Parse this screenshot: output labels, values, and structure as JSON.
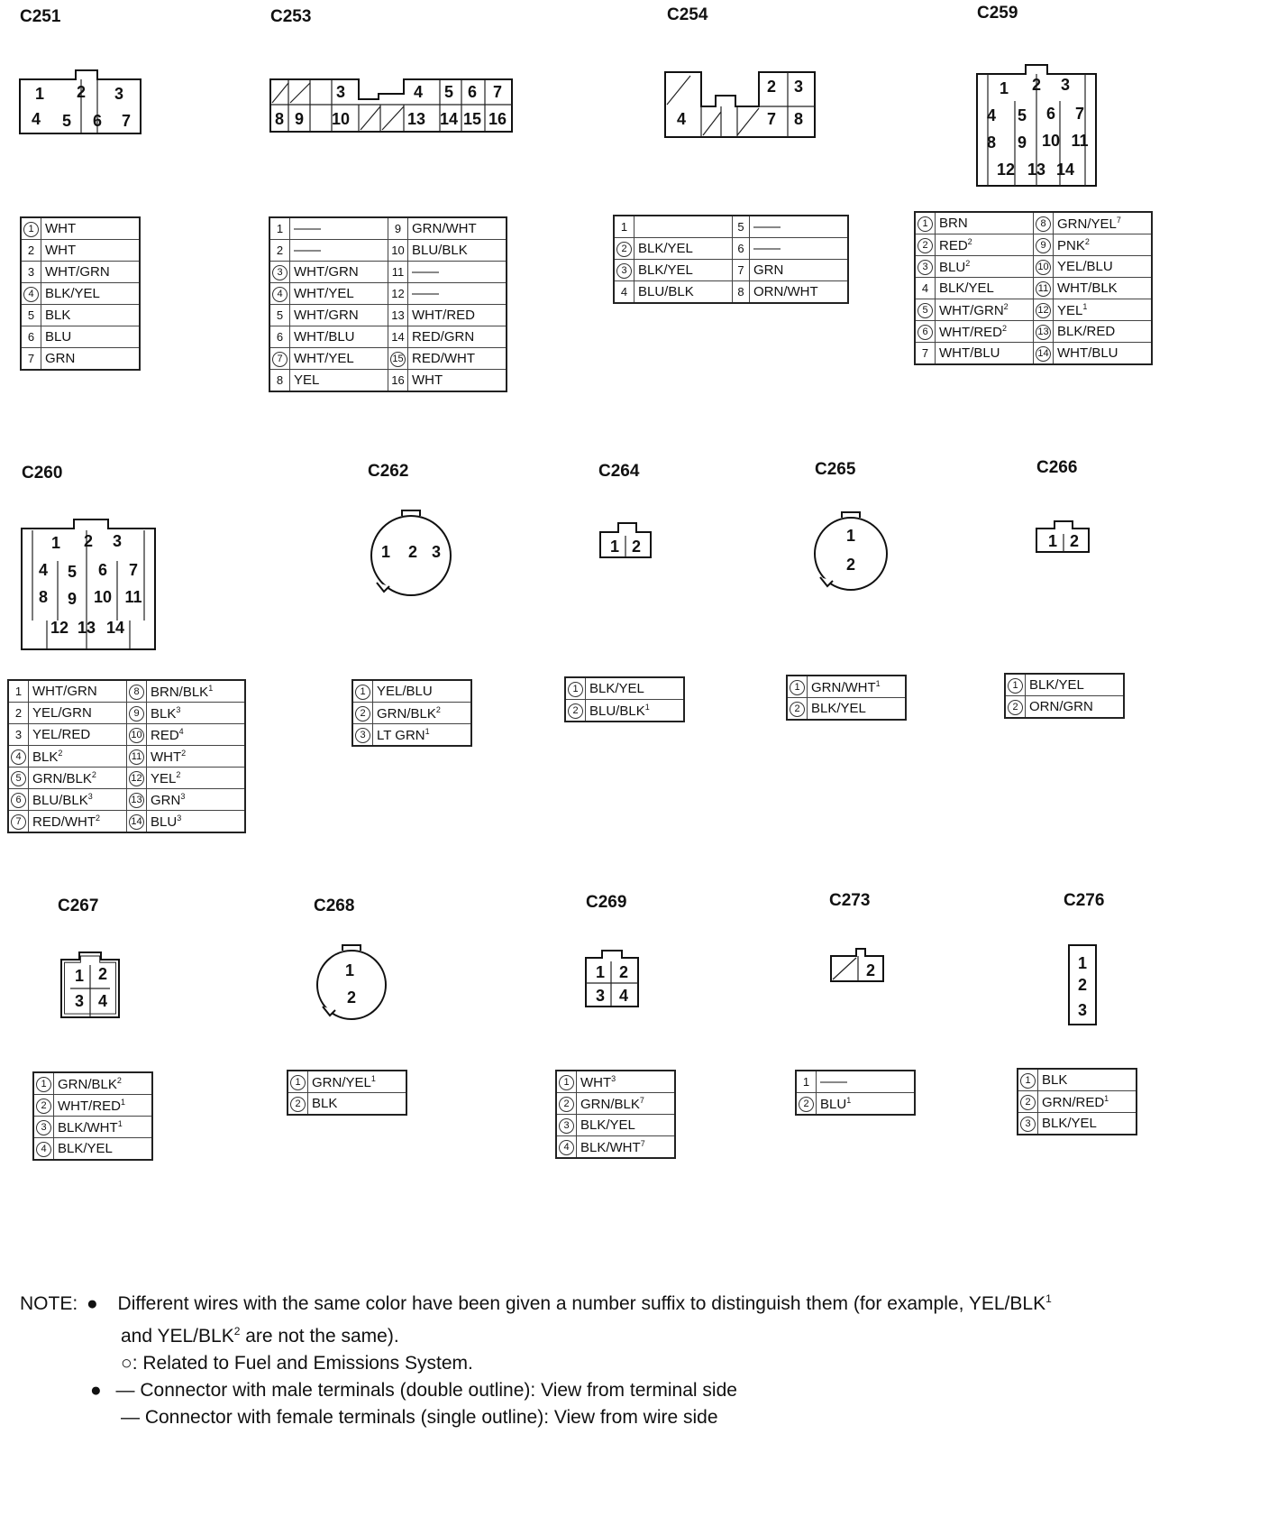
{
  "connectors": [
    {
      "id": "C251",
      "pins": [
        {
          "n": "1",
          "fe": true,
          "c": "WHT"
        },
        {
          "n": "2",
          "c": "WHT"
        },
        {
          "n": "3",
          "c": "WHT/GRN"
        },
        {
          "n": "4",
          "fe": true,
          "c": "BLK/YEL"
        },
        {
          "n": "5",
          "c": "BLK"
        },
        {
          "n": "6",
          "c": "BLU"
        },
        {
          "n": "7",
          "c": "GRN"
        }
      ]
    },
    {
      "id": "C253",
      "pins": [
        {
          "n": "1",
          "c": "——"
        },
        {
          "n": "2",
          "c": "——"
        },
        {
          "n": "3",
          "fe": true,
          "c": "WHT/GRN"
        },
        {
          "n": "4",
          "fe": true,
          "c": "WHT/YEL"
        },
        {
          "n": "5",
          "c": "WHT/GRN"
        },
        {
          "n": "6",
          "c": "WHT/BLU"
        },
        {
          "n": "7",
          "fe": true,
          "c": "WHT/YEL"
        },
        {
          "n": "8",
          "c": "YEL"
        },
        {
          "n": "9",
          "c": "GRN/WHT"
        },
        {
          "n": "10",
          "c": "BLU/BLK"
        },
        {
          "n": "11",
          "c": "——"
        },
        {
          "n": "12",
          "c": "——"
        },
        {
          "n": "13",
          "c": "WHT/RED"
        },
        {
          "n": "14",
          "c": "RED/GRN"
        },
        {
          "n": "15",
          "fe": true,
          "c": "RED/WHT"
        },
        {
          "n": "16",
          "c": "WHT"
        }
      ]
    },
    {
      "id": "C254",
      "pins": [
        {
          "n": "1",
          "c": ""
        },
        {
          "n": "2",
          "fe": true,
          "c": "BLK/YEL"
        },
        {
          "n": "3",
          "fe": true,
          "c": "BLK/YEL"
        },
        {
          "n": "4",
          "c": "BLU/BLK"
        },
        {
          "n": "5",
          "c": "——"
        },
        {
          "n": "6",
          "c": "——"
        },
        {
          "n": "7",
          "c": "GRN"
        },
        {
          "n": "8",
          "c": "ORN/WHT"
        }
      ]
    },
    {
      "id": "C259",
      "pins": [
        {
          "n": "1",
          "fe": true,
          "c": "BRN"
        },
        {
          "n": "2",
          "fe": true,
          "c": "RED",
          "s": "2"
        },
        {
          "n": "3",
          "fe": true,
          "c": "BLU",
          "s": "2"
        },
        {
          "n": "4",
          "c": "BLK/YEL"
        },
        {
          "n": "5",
          "fe": true,
          "c": "WHT/GRN",
          "s": "2"
        },
        {
          "n": "6",
          "fe": true,
          "c": "WHT/RED",
          "s": "2"
        },
        {
          "n": "7",
          "c": "WHT/BLU"
        },
        {
          "n": "8",
          "fe": true,
          "c": "GRN/YEL",
          "s": "7"
        },
        {
          "n": "9",
          "fe": true,
          "c": "PNK",
          "s": "2"
        },
        {
          "n": "10",
          "fe": true,
          "c": "YEL/BLU"
        },
        {
          "n": "11",
          "fe": true,
          "c": "WHT/BLK"
        },
        {
          "n": "12",
          "fe": true,
          "c": "YEL",
          "s": "1"
        },
        {
          "n": "13",
          "fe": true,
          "c": "BLK/RED"
        },
        {
          "n": "14",
          "fe": true,
          "c": "WHT/BLU"
        }
      ]
    },
    {
      "id": "C260",
      "pins": [
        {
          "n": "1",
          "c": "WHT/GRN"
        },
        {
          "n": "2",
          "c": "YEL/GRN"
        },
        {
          "n": "3",
          "c": "YEL/RED"
        },
        {
          "n": "4",
          "fe": true,
          "c": "BLK",
          "s": "2"
        },
        {
          "n": "5",
          "fe": true,
          "c": "GRN/BLK",
          "s": "2"
        },
        {
          "n": "6",
          "fe": true,
          "c": "BLU/BLK",
          "s": "3"
        },
        {
          "n": "7",
          "fe": true,
          "c": "RED/WHT",
          "s": "2"
        },
        {
          "n": "8",
          "fe": true,
          "c": "BRN/BLK",
          "s": "1"
        },
        {
          "n": "9",
          "fe": true,
          "c": "BLK",
          "s": "3"
        },
        {
          "n": "10",
          "fe": true,
          "c": "RED",
          "s": "4"
        },
        {
          "n": "11",
          "fe": true,
          "c": "WHT",
          "s": "2"
        },
        {
          "n": "12",
          "fe": true,
          "c": "YEL",
          "s": "2"
        },
        {
          "n": "13",
          "fe": true,
          "c": "GRN",
          "s": "3"
        },
        {
          "n": "14",
          "fe": true,
          "c": "BLU",
          "s": "3"
        }
      ]
    },
    {
      "id": "C262",
      "pins": [
        {
          "n": "1",
          "fe": true,
          "c": "YEL/BLU"
        },
        {
          "n": "2",
          "fe": true,
          "c": "GRN/BLK",
          "s": "2"
        },
        {
          "n": "3",
          "fe": true,
          "c": "LT GRN",
          "s": "1"
        }
      ]
    },
    {
      "id": "C264",
      "pins": [
        {
          "n": "1",
          "fe": true,
          "c": "BLK/YEL"
        },
        {
          "n": "2",
          "fe": true,
          "c": "BLU/BLK",
          "s": "1"
        }
      ]
    },
    {
      "id": "C265",
      "pins": [
        {
          "n": "1",
          "fe": true,
          "c": "GRN/WHT",
          "s": "1"
        },
        {
          "n": "2",
          "fe": true,
          "c": "BLK/YEL"
        }
      ]
    },
    {
      "id": "C266",
      "pins": [
        {
          "n": "1",
          "fe": true,
          "c": "BLK/YEL"
        },
        {
          "n": "2",
          "fe": true,
          "c": "ORN/GRN"
        }
      ]
    },
    {
      "id": "C267",
      "pins": [
        {
          "n": "1",
          "fe": true,
          "c": "GRN/BLK",
          "s": "2"
        },
        {
          "n": "2",
          "fe": true,
          "c": "WHT/RED",
          "s": "1"
        },
        {
          "n": "3",
          "fe": true,
          "c": "BLK/WHT",
          "s": "1"
        },
        {
          "n": "4",
          "fe": true,
          "c": "BLK/YEL"
        }
      ]
    },
    {
      "id": "C268",
      "pins": [
        {
          "n": "1",
          "fe": true,
          "c": "GRN/YEL",
          "s": "1"
        },
        {
          "n": "2",
          "fe": true,
          "c": "BLK"
        }
      ]
    },
    {
      "id": "C269",
      "pins": [
        {
          "n": "1",
          "fe": true,
          "c": "WHT",
          "s": "3"
        },
        {
          "n": "2",
          "fe": true,
          "c": "GRN/BLK",
          "s": "7"
        },
        {
          "n": "3",
          "fe": true,
          "c": "BLK/YEL"
        },
        {
          "n": "4",
          "fe": true,
          "c": "BLK/WHT",
          "s": "7"
        }
      ]
    },
    {
      "id": "C273",
      "pins": [
        {
          "n": "1",
          "c": "——"
        },
        {
          "n": "2",
          "fe": true,
          "c": "BLU",
          "s": "1"
        }
      ]
    },
    {
      "id": "C276",
      "pins": [
        {
          "n": "1",
          "fe": true,
          "c": "BLK"
        },
        {
          "n": "2",
          "fe": true,
          "c": "GRN/RED",
          "s": "1"
        },
        {
          "n": "3",
          "fe": true,
          "c": "BLK/YEL"
        }
      ]
    }
  ],
  "note": {
    "label": "NOTE:",
    "bullet": "●",
    "line1": "Different wires with the same color have been given a number suffix to distinguish them (for example, YEL/BLK",
    "line1_sup": "1",
    "line2a": "and YEL/BLK",
    "line2_sup": "2",
    "line2b": " are not the same).",
    "line3_symbol": "○",
    "line3": ": Related to Fuel and Emissions System.",
    "line4": "— Connector with male terminals (double outline): View from terminal side",
    "line5": "— Connector with female terminals (single outline): View from wire side"
  }
}
